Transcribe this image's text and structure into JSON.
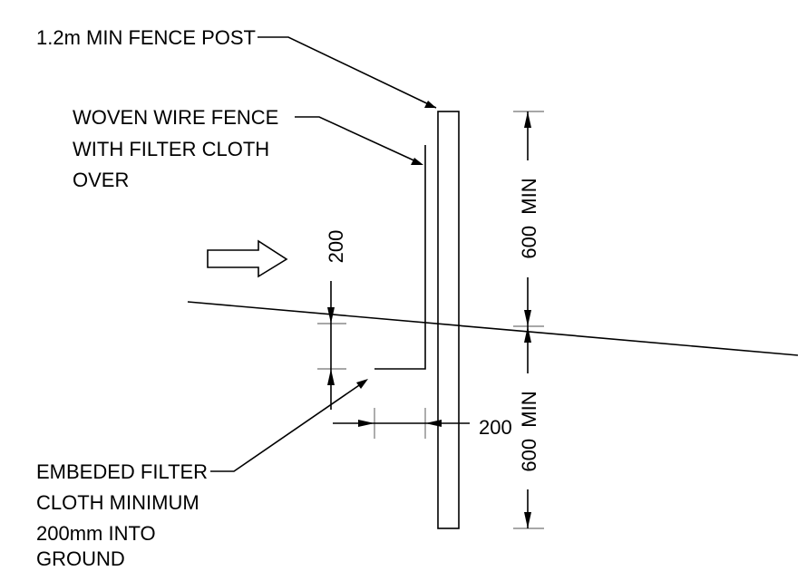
{
  "callouts": {
    "fence_post": "1.2m MIN FENCE POST",
    "woven_wire": [
      "WOVEN WIRE FENCE",
      "WITH FILTER CLOTH",
      "OVER"
    ],
    "embedded_cloth": [
      "EMBEDED FILTER",
      "CLOTH MINIMUM",
      "200mm INTO",
      "GROUND"
    ]
  },
  "dimensions": {
    "trench_depth": "200",
    "trench_width": "200",
    "height_above_ground": "600  MIN",
    "depth_below_ground": "600  MIN"
  },
  "colors": {
    "line": "#000000",
    "extension_line": "#8a8a8a",
    "background": "#ffffff"
  },
  "icons": {
    "flow_direction": "flow-arrow-icon"
  }
}
